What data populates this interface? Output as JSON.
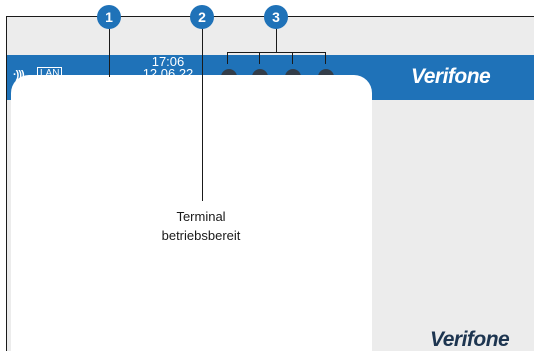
{
  "status_bar": {
    "lan_label": "LAN",
    "signal_glyph": "·)))",
    "time": "17:06",
    "date": "12.06.22",
    "brand": "Verifone"
  },
  "screen": {
    "message_line1": "Terminal",
    "message_line2": "betriebsbereit"
  },
  "footer": {
    "brand": "Verifone"
  },
  "callouts": [
    {
      "label": "1"
    },
    {
      "label": "2"
    },
    {
      "label": "3"
    }
  ],
  "icons": {
    "signal": "wifi-signal-icon",
    "status_dots": [
      "status-dot-icon",
      "status-dot-icon",
      "status-dot-icon",
      "status-dot-icon"
    ]
  },
  "colors": {
    "status_bar": "#1f72b8",
    "callout_badge": "#1f72b8",
    "status_dot": "#333d49",
    "brand_bottom": "#1d3550"
  }
}
